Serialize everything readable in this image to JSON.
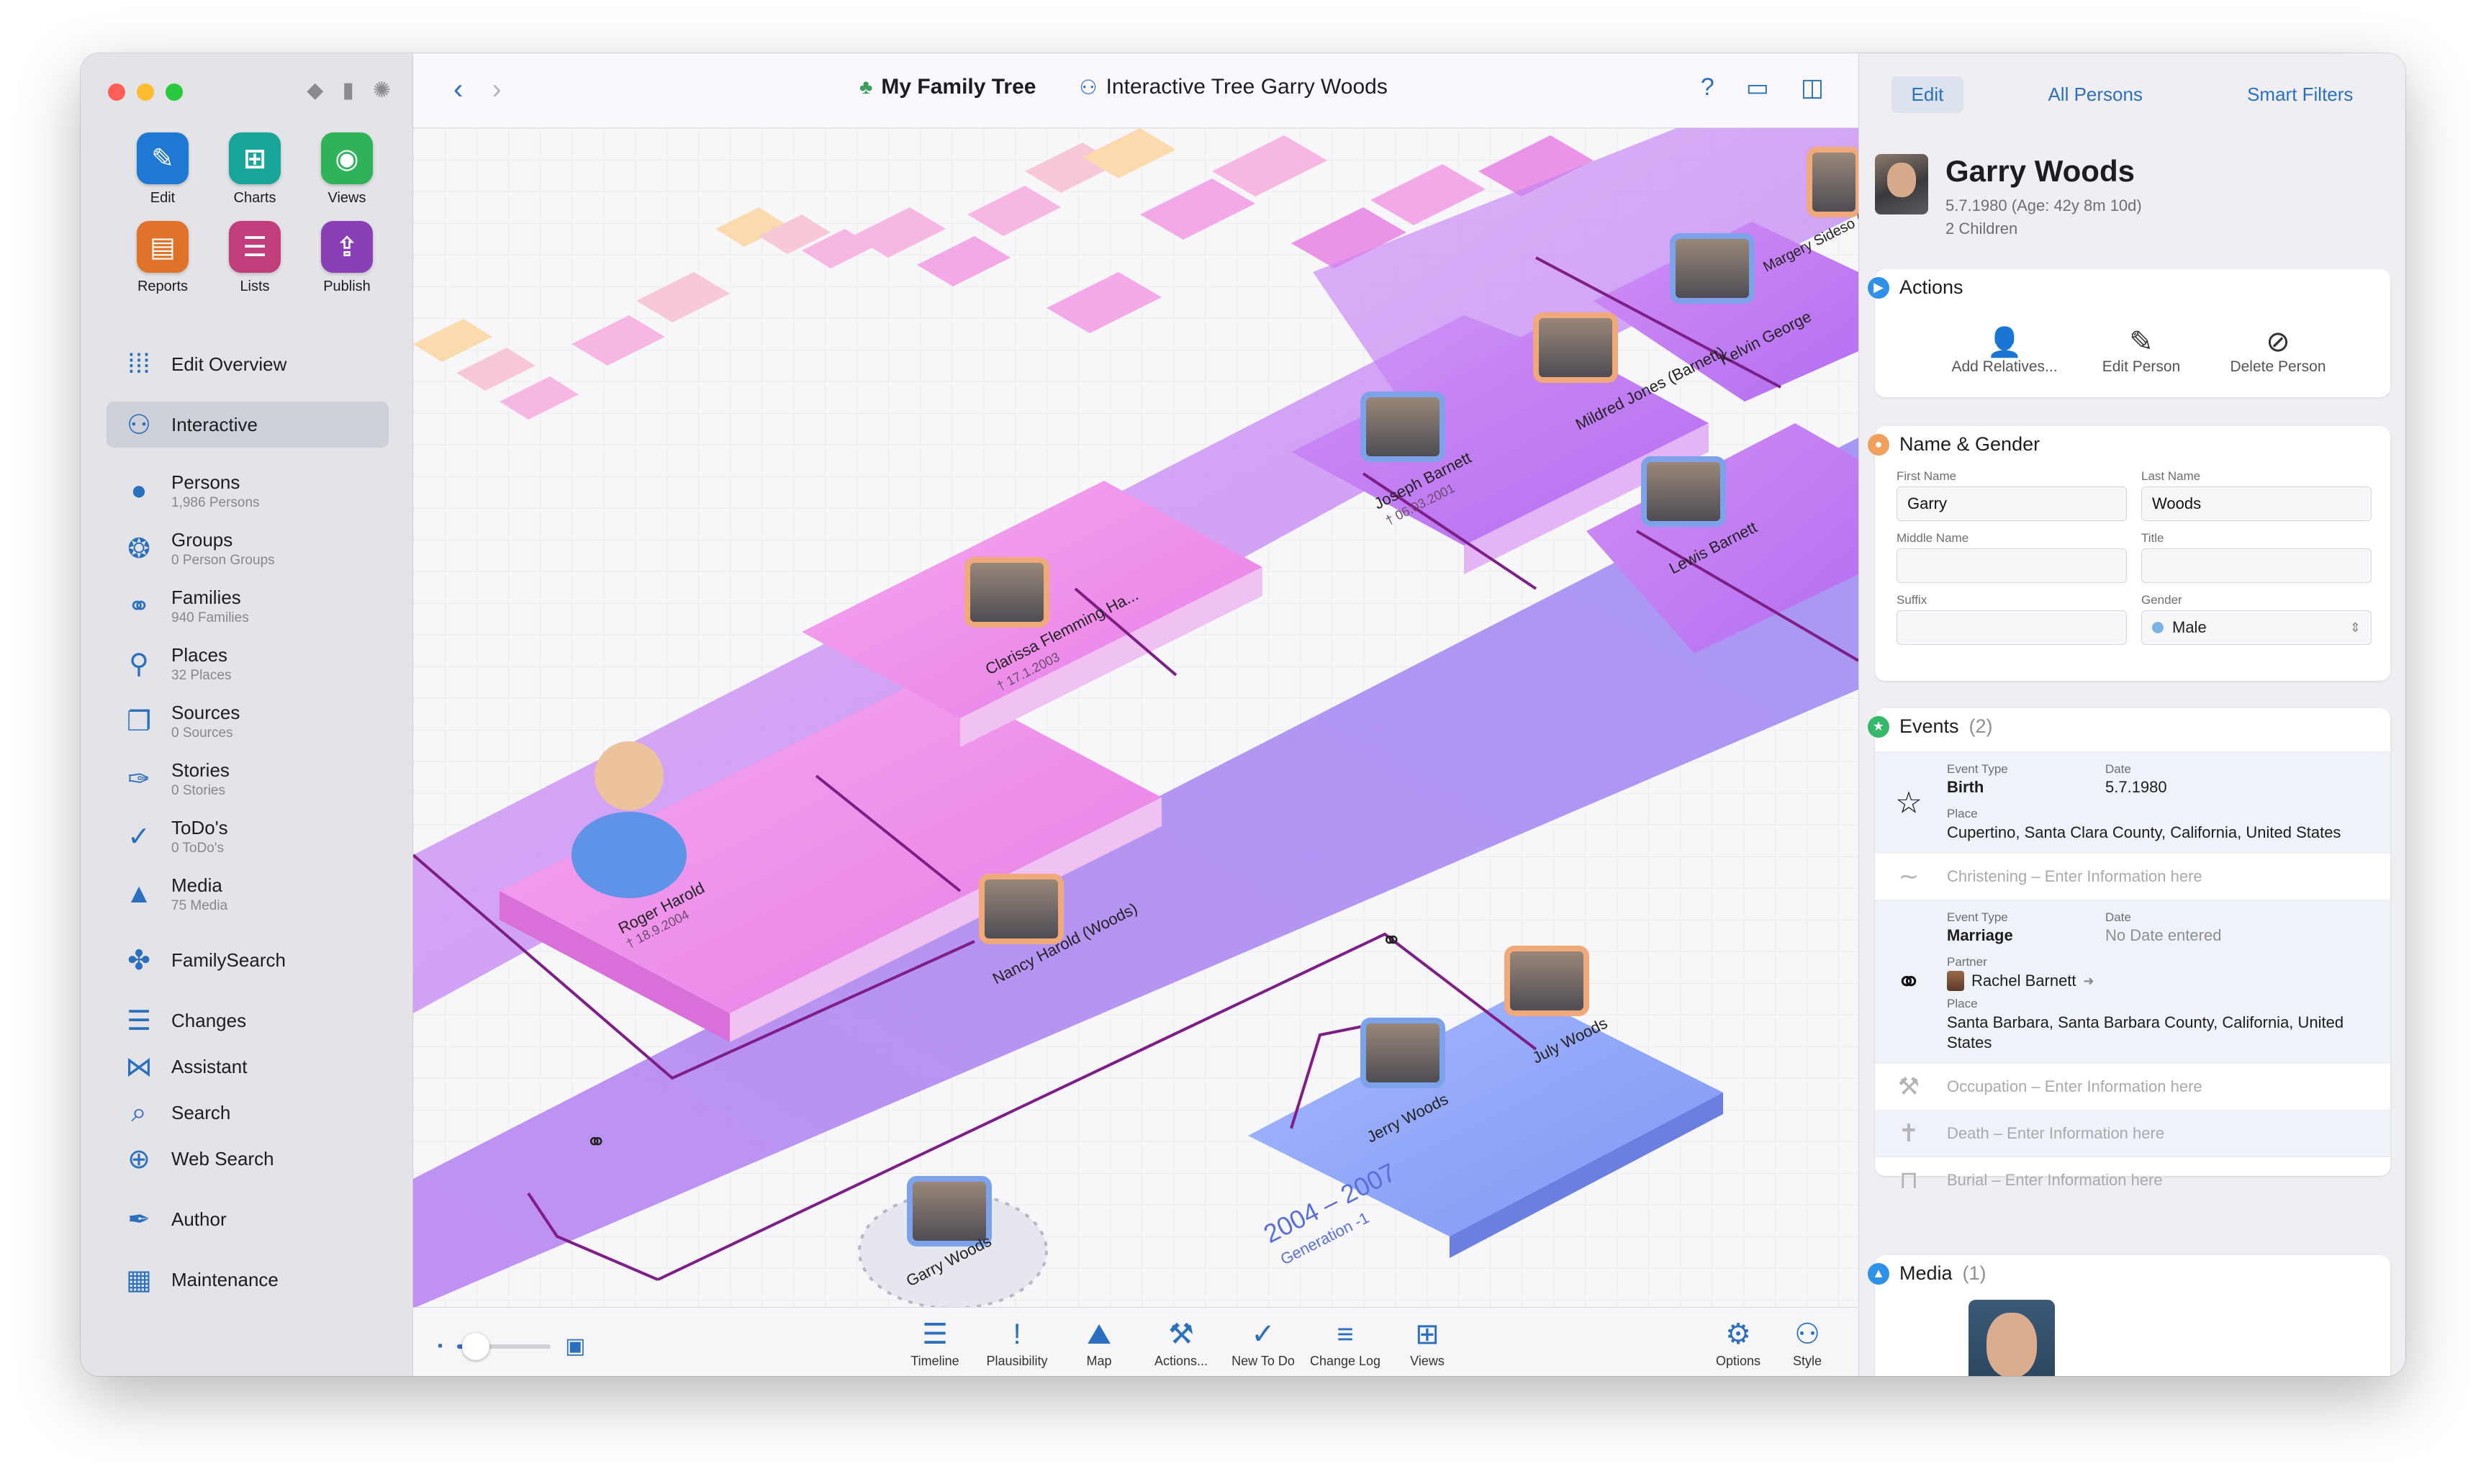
{
  "sidebar": {
    "apps": [
      {
        "label": "Edit",
        "icon": "pencil-icon",
        "color": "#1f78d1"
      },
      {
        "label": "Charts",
        "icon": "charts-icon",
        "color": "#1aa59b"
      },
      {
        "label": "Views",
        "icon": "eye-icon",
        "color": "#2fb35a"
      },
      {
        "label": "Reports",
        "icon": "reports-icon",
        "color": "#e0732a"
      },
      {
        "label": "Lists",
        "icon": "lists-icon",
        "color": "#c23d7c"
      },
      {
        "label": "Publish",
        "icon": "publish-icon",
        "color": "#8a3fb6"
      }
    ],
    "nav": {
      "edit_overview": "Edit Overview",
      "interactive": "Interactive",
      "persons": "Persons",
      "persons_sub": "1,986 Persons",
      "groups": "Groups",
      "groups_sub": "0 Person Groups",
      "families": "Families",
      "families_sub": "940 Families",
      "places": "Places",
      "places_sub": "32 Places",
      "sources": "Sources",
      "sources_sub": "0 Sources",
      "stories": "Stories",
      "stories_sub": "0 Stories",
      "todos": "ToDo's",
      "todos_sub": "0 ToDo's",
      "media": "Media",
      "media_sub": "75 Media",
      "familysearch": "FamilySearch",
      "changes": "Changes",
      "assistant": "Assistant",
      "search": "Search",
      "web_search": "Web Search",
      "author": "Author",
      "maintenance": "Maintenance"
    }
  },
  "toolbar": {
    "back": "‹",
    "forward": "›",
    "tree_title": "My Family Tree",
    "view_title": "Interactive Tree Garry Woods",
    "help": "?"
  },
  "tree": {
    "labels": {
      "garry": "Garry Woods",
      "jerry": "Jerry Woods",
      "july": "July Woods",
      "generation_years": "2004 – 2007",
      "generation_name": "Generation -1",
      "roger": "Roger Harold",
      "roger_date": "† 18.9.2004",
      "nancy": "Nancy Harold (Woods)",
      "clarissa": "Clarissa Flemming Ha...",
      "clarissa_date": "† 17.1.2003",
      "joseph": "Joseph Barnett",
      "joseph_date": "† 06.03.2001",
      "mildred": "Mildred Jones (Barnett)",
      "lewis": "Lewis Barnett",
      "kelvin": "Kelvin George",
      "margery": "Margery Sideso (Go...",
      "symbol_marriage": "⚭"
    }
  },
  "bottombar": {
    "tools": [
      {
        "label": "Timeline",
        "icon": "timeline-icon",
        "glyph": "☰"
      },
      {
        "label": "Plausibility",
        "icon": "exclamation-icon",
        "glyph": "!"
      },
      {
        "label": "Map",
        "icon": "map-icon",
        "glyph": "⛰"
      },
      {
        "label": "Actions...",
        "icon": "hammer-icon",
        "glyph": "⚒"
      },
      {
        "label": "New To Do",
        "icon": "checkmark-icon",
        "glyph": "✓"
      },
      {
        "label": "Change Log",
        "icon": "list-icon",
        "glyph": "≡"
      },
      {
        "label": "Views",
        "icon": "views-icon",
        "glyph": "⊞"
      }
    ],
    "options": "Options",
    "style": "Style",
    "zoom_level": 0.2
  },
  "inspector": {
    "tabs": [
      "Edit",
      "All Persons",
      "Smart Filters"
    ],
    "person": {
      "name": "Garry Woods",
      "birth_age": "5.7.1980 (Age: 42y 8m 10d)",
      "children": "2 Children"
    },
    "actions": {
      "title": "Actions",
      "add_relatives": "Add Relatives...",
      "edit_person": "Edit Person",
      "delete_person": "Delete Person"
    },
    "name_gender": {
      "title": "Name & Gender",
      "first_name_label": "First Name",
      "first_name": "Garry",
      "last_name_label": "Last Name",
      "last_name": "Woods",
      "middle_name_label": "Middle Name",
      "middle_name": "",
      "title_label": "Title",
      "title_value": "",
      "suffix_label": "Suffix",
      "suffix": "",
      "gender_label": "Gender",
      "gender": "Male"
    },
    "events": {
      "title": "Events",
      "count": "(2)",
      "event_type_label": "Event Type",
      "date_label": "Date",
      "place_label": "Place",
      "partner_label": "Partner",
      "birth_type": "Birth",
      "birth_date": "5.7.1980",
      "birth_place": "Cupertino, Santa Clara County, California, United States",
      "christening": "Christening – Enter Information here",
      "marriage_type": "Marriage",
      "marriage_date": "No Date entered",
      "marriage_partner": "Rachel Barnett",
      "marriage_place": "Santa Barbara, Santa Barbara County, California, United States",
      "occupation": "Occupation – Enter Information here",
      "death": "Death – Enter Information here",
      "burial": "Burial – Enter Information here"
    },
    "media": {
      "title": "Media",
      "count": "(1)"
    }
  }
}
